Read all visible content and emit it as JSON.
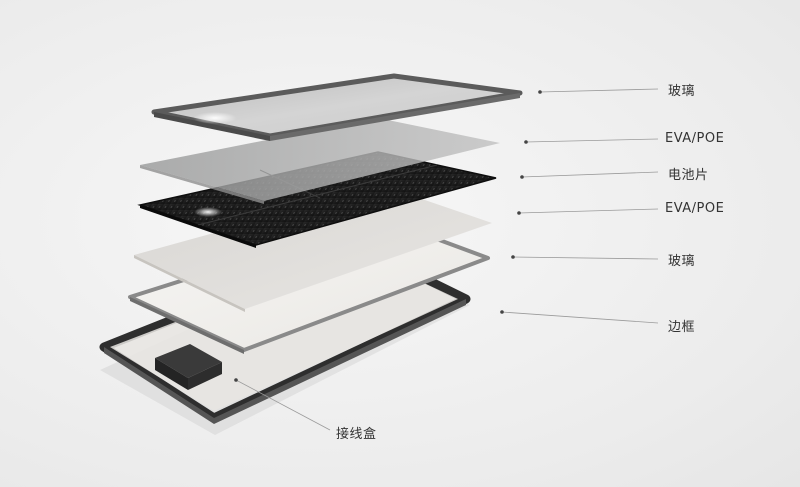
{
  "labels": {
    "glass_top": "玻璃",
    "eva_top": "EVA/POE",
    "cells": "电池片",
    "eva_bottom": "EVA/POE",
    "glass_bottom": "玻璃",
    "frame": "边框",
    "junction_box": "接线盒"
  }
}
